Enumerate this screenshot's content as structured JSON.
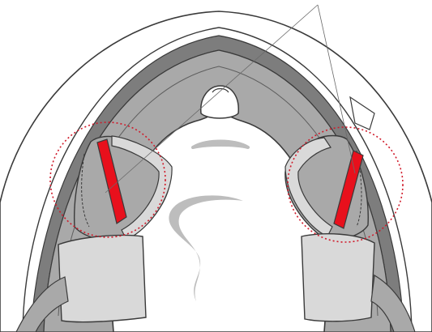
{
  "diagram": {
    "subject": "helmet-interior-underside",
    "callouts": [
      {
        "id": "left-cheek-pad-tab"
      },
      {
        "id": "right-cheek-pad-tab"
      }
    ],
    "colors": {
      "background": "#ffffff",
      "outline": "#3a3a3a",
      "shell_dark": "#7d7d7d",
      "liner_gray": "#a9a9a9",
      "pad_light": "#d9d9d9",
      "head_white": "#ffffff",
      "accent_red": "#e8101c",
      "callout_red": "#d01a2a",
      "shadow_gray": "#bdbdbd"
    }
  }
}
